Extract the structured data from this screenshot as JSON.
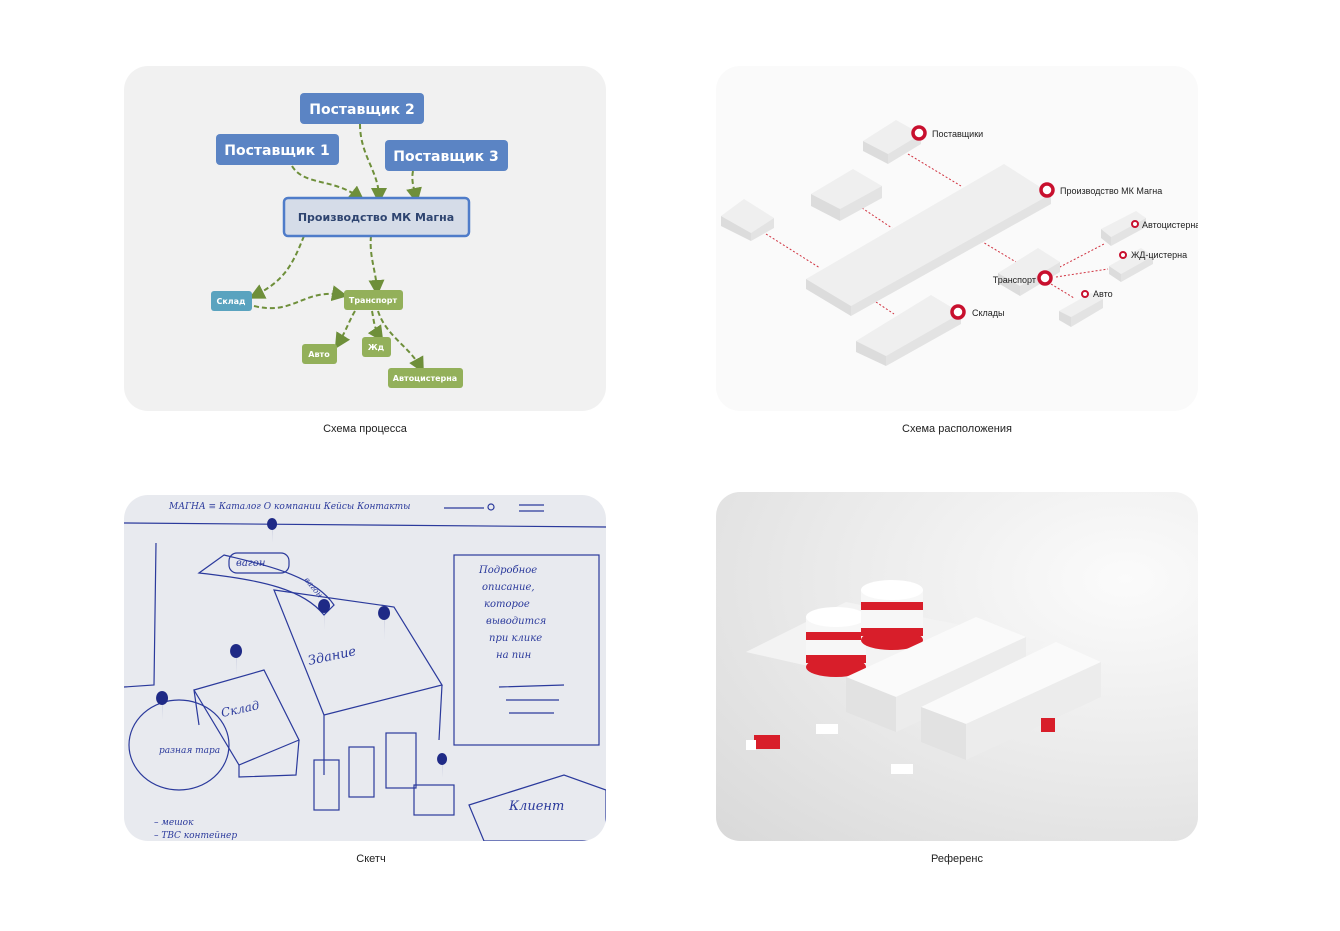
{
  "cards": [
    {
      "caption": "Схема процесса",
      "nodes": {
        "supplier1": "Поставщик 1",
        "supplier2": "Поставщик 2",
        "supplier3": "Поставщик 3",
        "production": "Производство МК Магна",
        "warehouse": "Склад",
        "transport": "Транспорт",
        "auto": "Авто",
        "rail": "Жд",
        "tanker": "Автоцистерна"
      },
      "colors": {
        "supplier": "#5b84c4",
        "production_fill": "#d5dce8",
        "production_border": "#4f7cc9",
        "warehouse": "#5aa3bf",
        "transport": "#93b05a",
        "arrow": "#6e8f3a"
      }
    },
    {
      "caption": "Схема расположения",
      "labels": {
        "suppliers": "Поставщики",
        "production": "Производство МК Магна",
        "tanker": "Автоцистерна",
        "rail_tanker": "ЖД-цистерна",
        "transport": "Транспорт",
        "auto": "Авто",
        "warehouses": "Склады"
      },
      "colors": {
        "accent": "#c8102e"
      }
    },
    {
      "caption": "Скетч",
      "sketch_text": {
        "header": "МАГНА   ≡ Каталог   О компании  Кейсы  Контакты",
        "wagon1": "вагон",
        "wagon2": "вагон",
        "building": "Здание",
        "warehouse": "Склад",
        "tare": "разная тара",
        "description": [
          "Подробное",
          "описание,",
          "которое",
          "выводится",
          "при клике",
          "на пин"
        ],
        "client": "Клиент",
        "legend1": "– мешок",
        "legend2": "– ТВС контейнер"
      }
    },
    {
      "caption": "Референс"
    }
  ]
}
